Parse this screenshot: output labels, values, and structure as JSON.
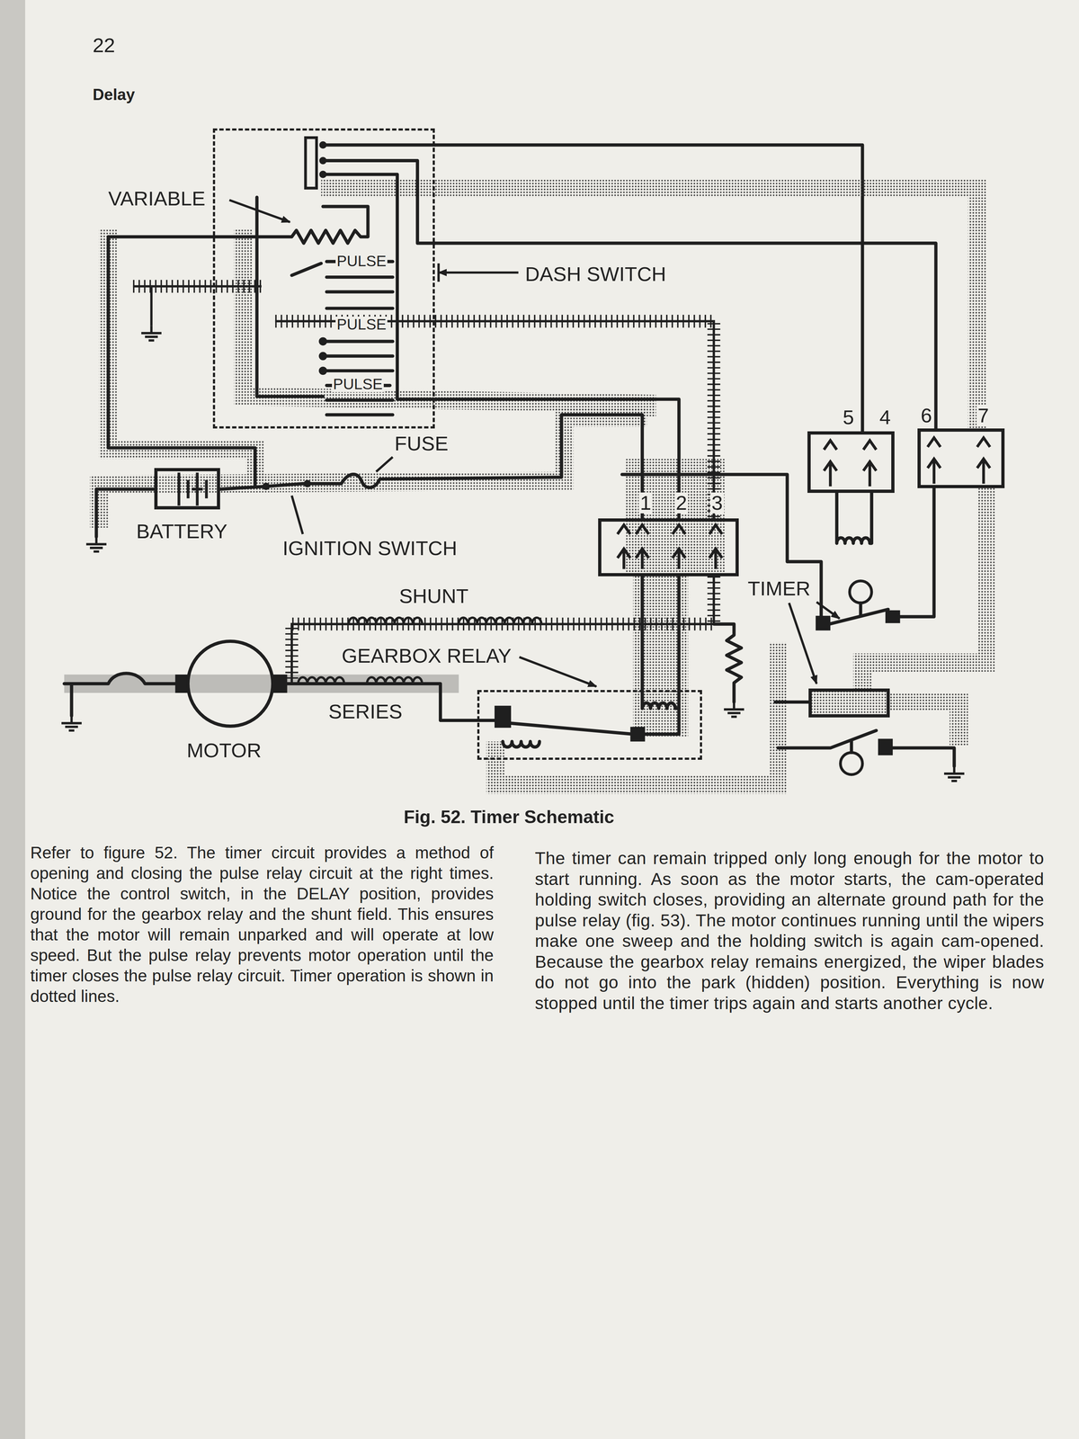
{
  "diagram": {
    "caption": "Fig. 52. Timer Schematic",
    "nodes": [
      {
        "text": [
          "DASH SWITCH"
        ]
      },
      {
        "text": [
          "5",
          "4"
        ]
      },
      {
        "text": [
          "6",
          "7"
        ]
      },
      {
        "text": [
          "BATTERY"
        ]
      },
      {
        "text": [
          "1",
          "2",
          "3"
        ]
      },
      {
        "text": [
          "MOTOR"
        ]
      },
      {
        "text": [
          "GEARBOX RELAY"
        ]
      }
    ],
    "edges": [
      {
        "from": 0,
        "to": 1,
        "arrow": "none"
      },
      {
        "from": 0,
        "to": 2,
        "arrow": "none"
      },
      {
        "from": 0,
        "to": 2,
        "arrow": "none"
      },
      {
        "from": 5,
        "to": 6,
        "arrow": "none"
      },
      {
        "from": 4,
        "to": 6,
        "arrow": "none"
      },
      {
        "from": 4,
        "to": 6,
        "arrow": "none"
      }
    ],
    "labels": [
      "22",
      "Delay",
      "VARIABLE",
      "PULSE",
      "PULSE",
      "PULSE",
      "FUSE",
      "IGNITION SWITCH",
      "SHUNT",
      "TIMER",
      "SERIES",
      "Refer to figure 52. The timer circuit provides a method of opening and closing the pulse relay circuit at the right times. Notice the control switch, in the DELAY position, provides ground for the gearbox relay and the shunt field. This ensures that the motor will remain unparked and will operate at low speed. But the pulse relay prevents motor operation until the timer closes the pulse relay circuit. Timer operation is shown in dotted lines.",
      "The timer can remain tripped only long enough for the motor to start running. As soon as the motor starts, the cam-operated holding switch closes, providing an alternate ground path for the pulse relay (fig. 53). The motor continues running until the wipers make one sweep and the holding switch is again cam-opened. Because the gearbox relay remains energized, the wiper blades do not go into the park (hidden) position. Everything is now stopped until the timer trips again and starts another cycle."
    ]
  }
}
